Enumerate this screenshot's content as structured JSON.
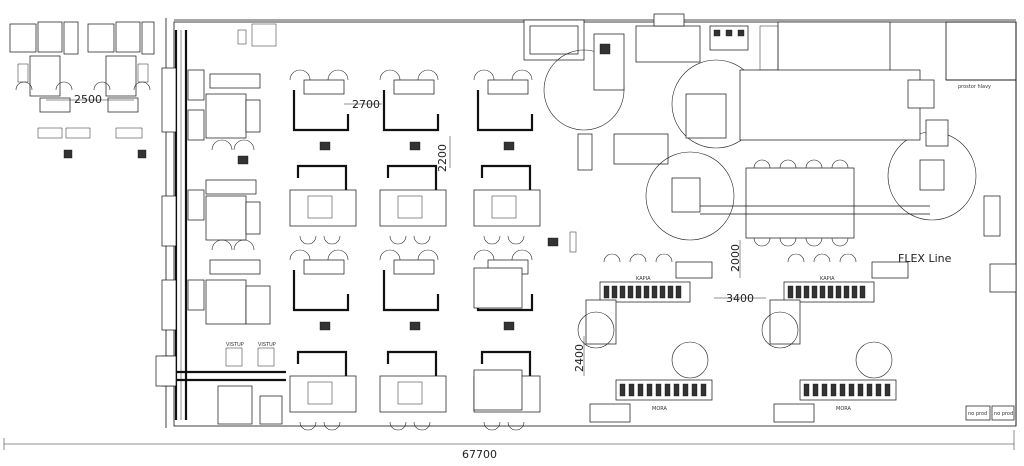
{
  "dimensions": {
    "total_width": "67700",
    "left_spacing": "2500",
    "station_gap": "2700",
    "station_depth": "2200",
    "line_gap": "2000",
    "cell_spacing": "3400",
    "cell_depth": "2400"
  },
  "labels": {
    "flex_line": "FLEX Line",
    "kapia_left": "KAPIA",
    "kapia_right": "KAPIA",
    "mora_left": "MORA",
    "mora_right": "MORA",
    "vistup_left": "VISTUP",
    "vistup_right": "VISTUP",
    "no_prod_1": "no prod",
    "no_prod_2": "no prod",
    "top_right_note": "prostor hlavy"
  },
  "colors": {
    "line": "#111111",
    "background": "#ffffff"
  }
}
